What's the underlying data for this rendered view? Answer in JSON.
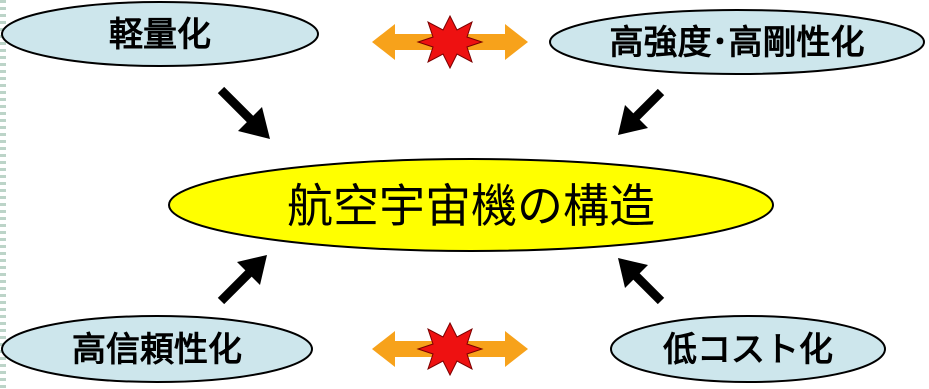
{
  "center": {
    "label": "航空宇宙機の構造"
  },
  "nodes": {
    "top_left": {
      "label": "軽量化"
    },
    "top_right": {
      "label": "高強度･高剛性化"
    },
    "bottom_left": {
      "label": "高信頼性化"
    },
    "bottom_right": {
      "label": "低コスト化"
    }
  },
  "colors": {
    "node_fill": "#cde6ec",
    "center_fill": "#ffff00",
    "arrow_orange": "#f7a21b",
    "burst_red": "#ee1111"
  }
}
